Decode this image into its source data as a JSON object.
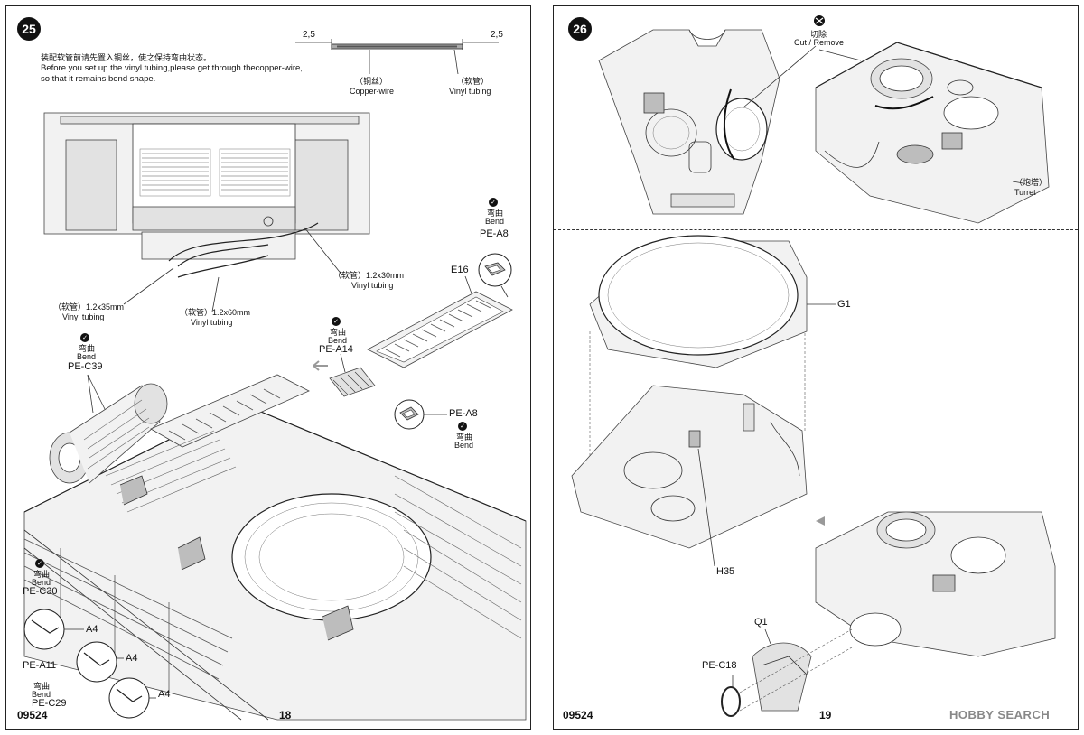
{
  "left_page": {
    "step": "25",
    "note_cn": "装配软管前请先置入铜丝，使之保持弯曲状态。",
    "note_en_1": "Before you set up the vinyl tubing,please get through thecopper-wire,",
    "note_en_2": "so that it remains bend shape.",
    "dim_left": "2,5",
    "dim_right": "2,5",
    "copper_cn": "（铜丝）",
    "copper_en": "Copper-wire",
    "vinyl_cn": "（软管）",
    "vinyl_en": "Vinyl tubing",
    "tube_30_cn": "（软管）1.2x30mm",
    "tube_30_en": "Vinyl tubing",
    "tube_35_cn": "（软管）1.2x35mm",
    "tube_35_en": "Vinyl tubing",
    "tube_60_cn": "（软管）1.2x60mm",
    "tube_60_en": "Vinyl tubing",
    "bend_cn": "弯曲",
    "bend_en": "Bend",
    "part_pe_a8_top": "PE-A8",
    "part_e16": "E16",
    "part_pe_a14": "PE-A14",
    "part_pe_a8_mid": "PE-A8",
    "part_pe_c39": "PE-C39",
    "part_pe_c30": "PE-C30",
    "part_pe_a11": "PE-A11",
    "part_pe_c29": "PE-C29",
    "part_a4": "A4",
    "product_code": "09524",
    "page_number": "18"
  },
  "right_page": {
    "step": "26",
    "cut_cn": "切除",
    "cut_en": "Cut / Remove",
    "turret_cn": "（炮塔）",
    "turret_en": "Turret",
    "part_g1": "G1",
    "part_h35": "H35",
    "part_q1": "Q1",
    "part_pe_c18": "PE-C18",
    "product_code": "09524",
    "page_number": "19"
  },
  "watermark": "HOBBY SEARCH",
  "icons": [
    "check-circle-icon",
    "scissors-icon",
    "arrow-left-icon",
    "arrow-right-icon"
  ]
}
